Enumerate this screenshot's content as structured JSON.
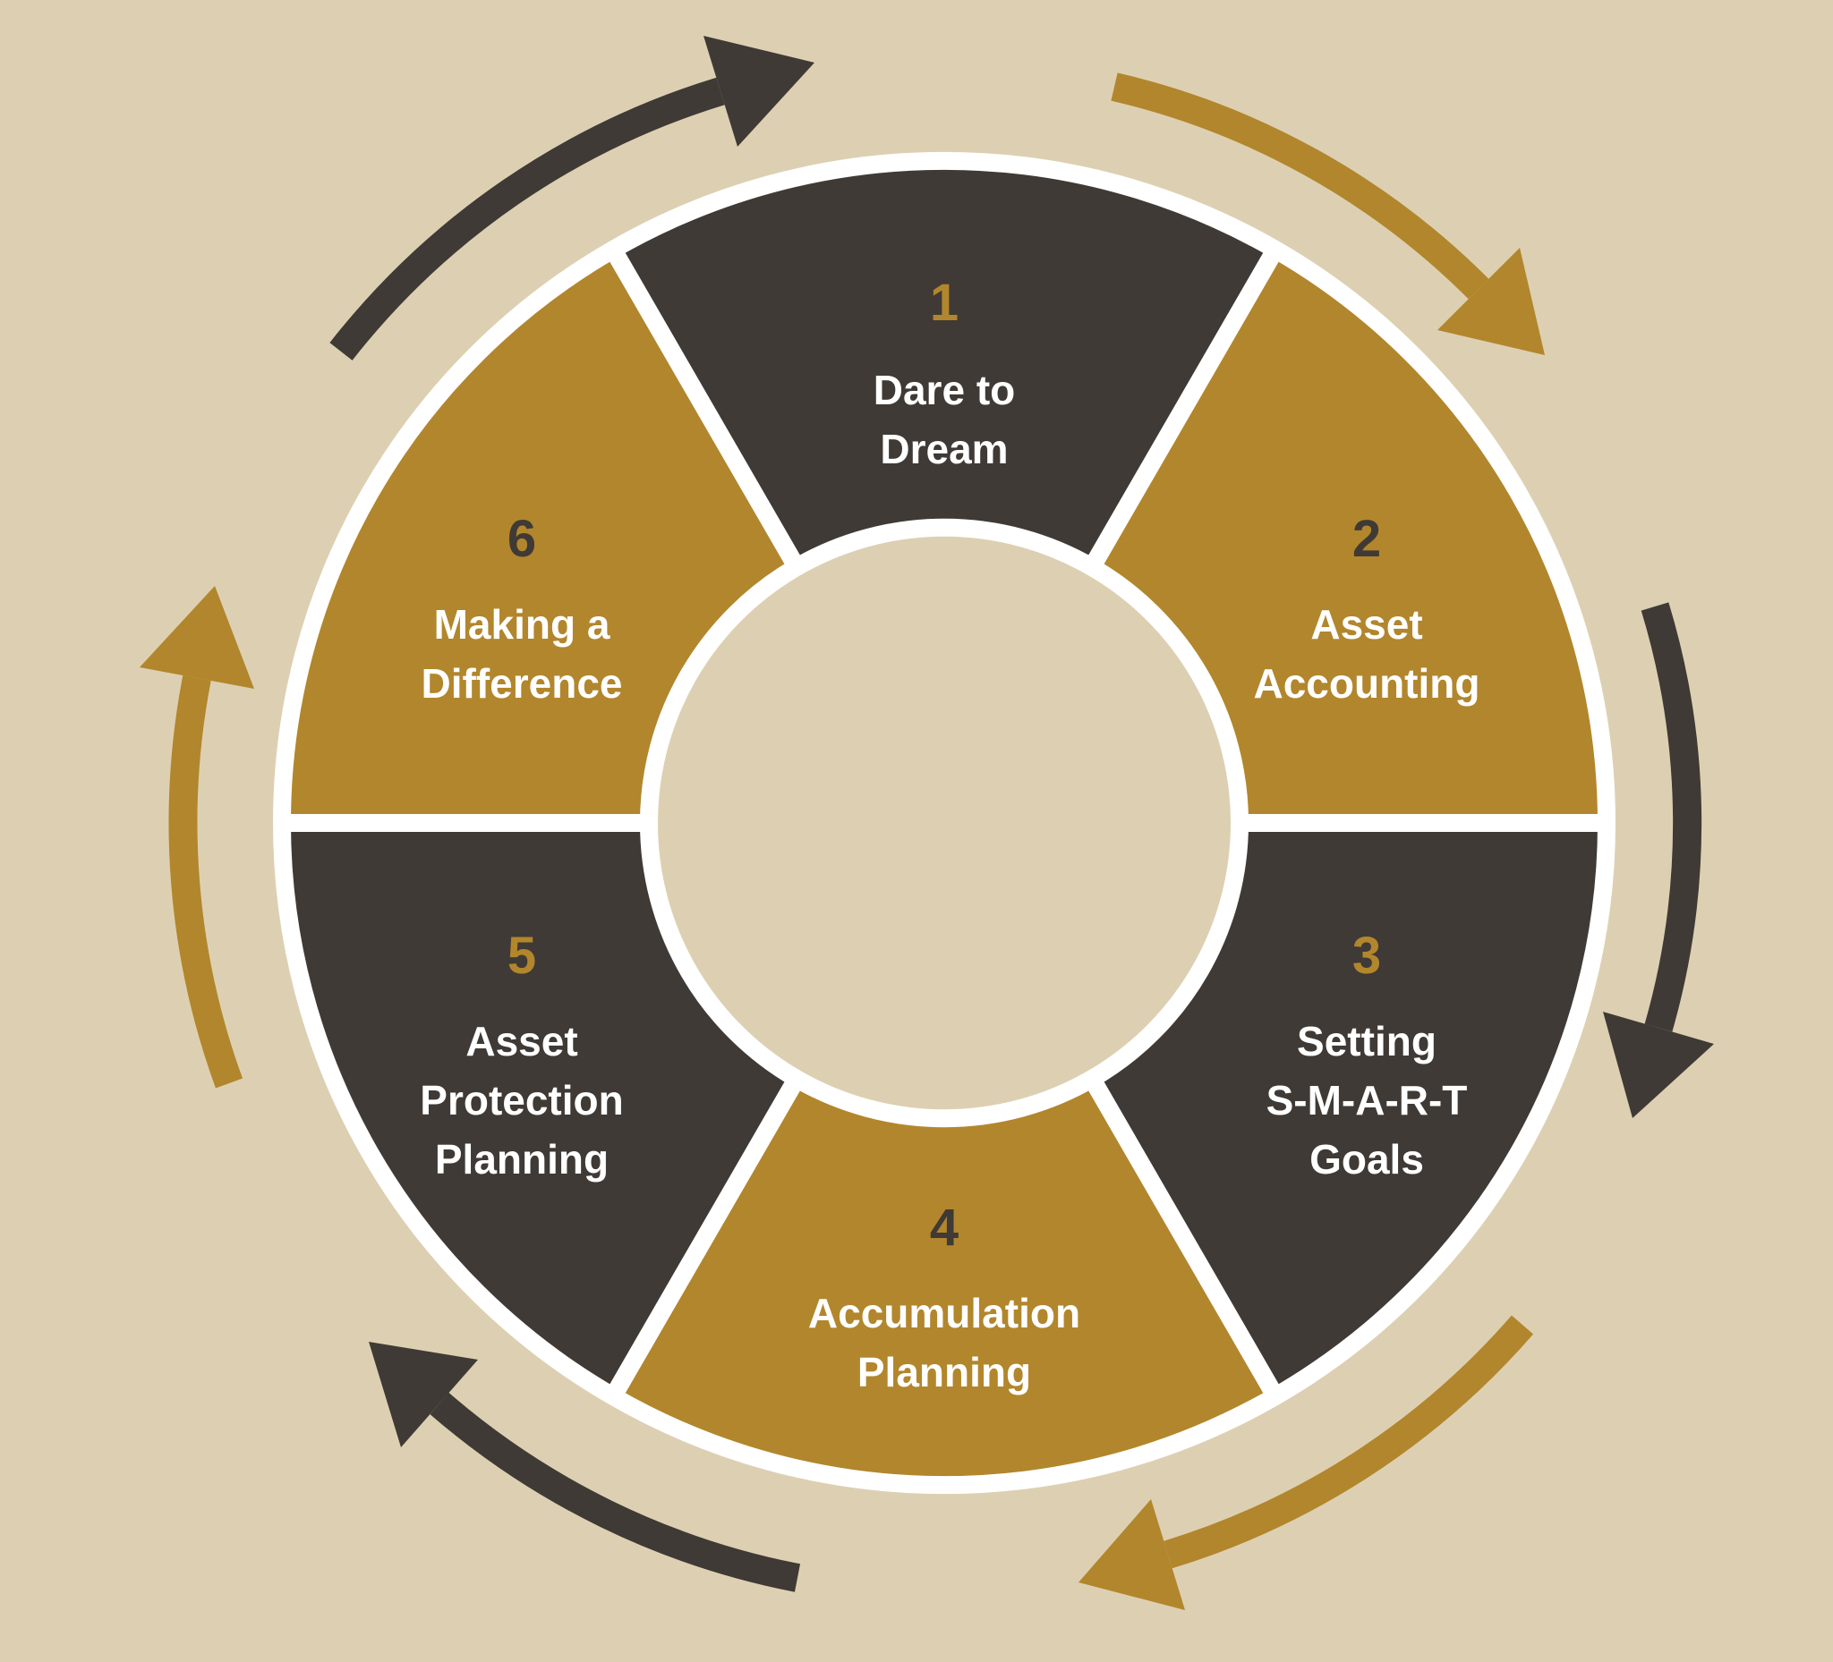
{
  "colors": {
    "background": "#ddd0b2",
    "dark": "#3f3a35",
    "gold": "#b2862c",
    "label": "#ffffff",
    "gap": "#ffffff"
  },
  "diagram": {
    "type": "cycle",
    "segments": [
      {
        "number": "1",
        "lines": [
          "Dare to",
          "Dream"
        ],
        "fill": "#3f3a35",
        "number_color": "#b2862c",
        "label_color": "#ffffff"
      },
      {
        "number": "2",
        "lines": [
          "Asset",
          "Accounting"
        ],
        "fill": "#b2862c",
        "number_color": "#3f3a35",
        "label_color": "#ffffff"
      },
      {
        "number": "3",
        "lines": [
          "Setting",
          "S-M-A-R-T",
          "Goals"
        ],
        "fill": "#3f3a35",
        "number_color": "#b2862c",
        "label_color": "#ffffff"
      },
      {
        "number": "4",
        "lines": [
          "Accumulation",
          "Planning"
        ],
        "fill": "#b2862c",
        "number_color": "#3f3a35",
        "label_color": "#ffffff"
      },
      {
        "number": "5",
        "lines": [
          "Asset",
          "Protection",
          "Planning"
        ],
        "fill": "#3f3a35",
        "number_color": "#b2862c",
        "label_color": "#ffffff"
      },
      {
        "number": "6",
        "lines": [
          "Making a",
          "Difference"
        ],
        "fill": "#b2862c",
        "number_color": "#3f3a35",
        "label_color": "#ffffff"
      }
    ],
    "arrows": [
      {
        "position": "top-left",
        "color": "#3f3a35"
      },
      {
        "position": "top-right",
        "color": "#b2862c"
      },
      {
        "position": "right",
        "color": "#3f3a35"
      },
      {
        "position": "bottom-right",
        "color": "#b2862c"
      },
      {
        "position": "bottom-left",
        "color": "#3f3a35"
      },
      {
        "position": "left",
        "color": "#b2862c"
      }
    ]
  }
}
